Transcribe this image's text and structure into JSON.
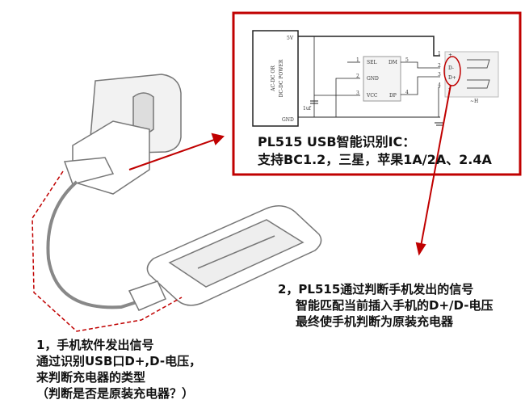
{
  "schematic": {
    "power_label_1": "AC-DC OR",
    "power_label_2": "DC-DC POWER",
    "v5": "5V",
    "gnd": "GND",
    "cap": "1uf",
    "ic_pins": [
      "SEL",
      "GND",
      "VCC",
      "DM",
      "DP"
    ],
    "pin_nums": [
      "1",
      "2",
      "3",
      "5",
      "4"
    ],
    "usb_pins": [
      "1",
      "2",
      "3",
      "4"
    ],
    "usb_labels": [
      "+",
      "D-",
      "D+",
      "-"
    ],
    "connector_caption": "~H"
  },
  "ic_title": "PL515 USB智能识别IC：",
  "ic_support": "支持BC1.2，三星，苹果1A/2A、2.4A",
  "note2": [
    "2，PL515通过判断手机发出的信号",
    "智能匹配当前插入手机的D+/D-电压",
    "最终使手机判断为原装充电器"
  ],
  "note1": [
    "1，手机软件发出信号",
    "通过识别USB口D+,D-电压，",
    "来判断充电器的类型",
    "（判断是否是原装充电器？）"
  ],
  "colors": {
    "accent": "#c00000"
  }
}
